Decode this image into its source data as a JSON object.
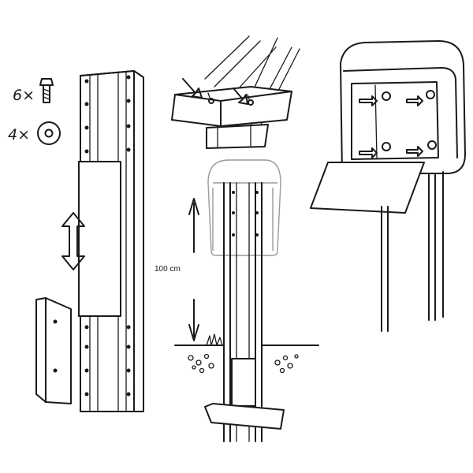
{
  "parts": [
    {
      "quantity_label": "6×",
      "icon": "bolt-icon"
    },
    {
      "quantity_label": "4×",
      "icon": "washer-icon"
    }
  ],
  "measurement": {
    "text": "100 cm"
  },
  "colors": {
    "ink": "#1a1a1a",
    "ghost": "#9a9a9a",
    "background": "#ffffff"
  }
}
